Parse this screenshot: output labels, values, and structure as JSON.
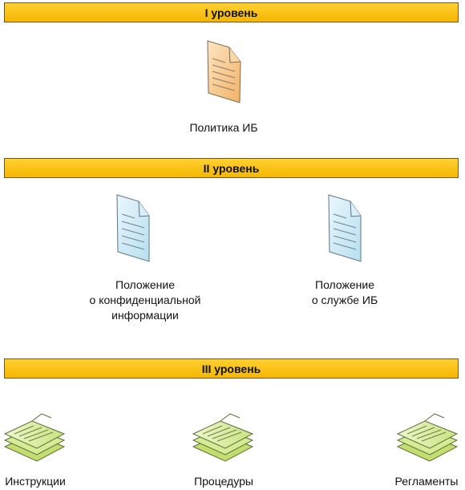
{
  "levels": [
    {
      "label": "I уровень"
    },
    {
      "label": "II уровень"
    },
    {
      "label": "III уровень"
    }
  ],
  "documents": {
    "policy": {
      "lines": [
        "Политика ИБ"
      ],
      "icon": "single-document-icon",
      "color": "#f5c990"
    },
    "confidential": {
      "lines": [
        "Положение",
        "о конфиденциальной",
        "информации"
      ],
      "icon": "single-document-icon",
      "color": "#cfeaf6"
    },
    "service": {
      "lines": [
        "Положение",
        "о службе ИБ"
      ],
      "icon": "single-document-icon",
      "color": "#cfeaf6"
    },
    "instructions": {
      "lines": [
        "Инструкции"
      ],
      "icon": "document-stack-icon",
      "color": "#d6ec9a"
    },
    "procedures": {
      "lines": [
        "Процедуры"
      ],
      "icon": "document-stack-icon",
      "color": "#d6ec9a"
    },
    "regulations": {
      "lines": [
        "Регламенты"
      ],
      "icon": "document-stack-icon",
      "color": "#d6ec9a"
    }
  }
}
